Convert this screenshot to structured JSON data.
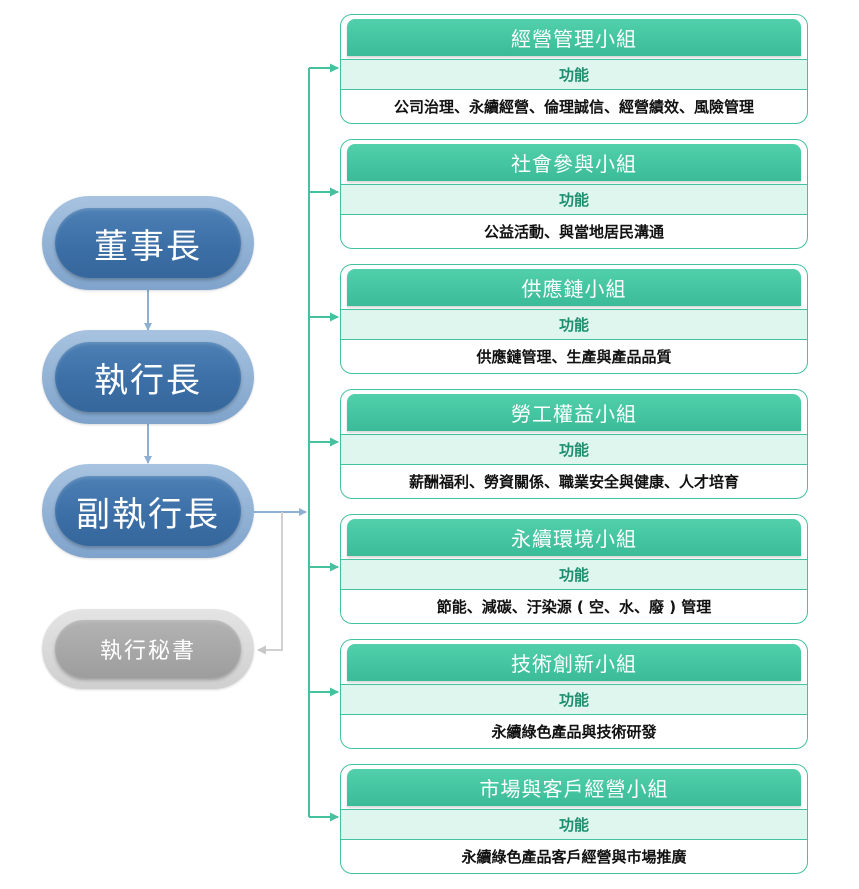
{
  "leaders": {
    "chairman": "董事長",
    "ceo": "執行長",
    "vice_ceo": "副執行長",
    "secretary": "執行秘書"
  },
  "groups": [
    {
      "title": "經營管理小組",
      "function_label": "功能",
      "description": "公司治理、永續經營、倫理誠信、經營績效、風險管理"
    },
    {
      "title": "社會參與小組",
      "function_label": "功能",
      "description": "公益活動、與當地居民溝通"
    },
    {
      "title": "供應鏈小組",
      "function_label": "功能",
      "description": "供應鏈管理、生產與產品品質"
    },
    {
      "title": "勞工權益小組",
      "function_label": "功能",
      "description": "薪酬福利、勞資關係、職業安全與健康、人才培育"
    },
    {
      "title": "永續環境小組",
      "function_label": "功能",
      "description": "節能、減碳、汙染源 ( 空、水、廢 ) 管理"
    },
    {
      "title": "技術創新小組",
      "function_label": "功能",
      "description": "永續綠色產品與技術研發"
    },
    {
      "title": "市場與客戶經營小組",
      "function_label": "功能",
      "description": "永續綠色產品客戶經營與市場推廣"
    }
  ],
  "colors": {
    "leader_blue": "#3c6fa6",
    "group_green": "#45c1a0",
    "secretary_gray": "#a8a8a8",
    "connector_blue": "#8fb0d3",
    "connector_green": "#45c1a0"
  }
}
